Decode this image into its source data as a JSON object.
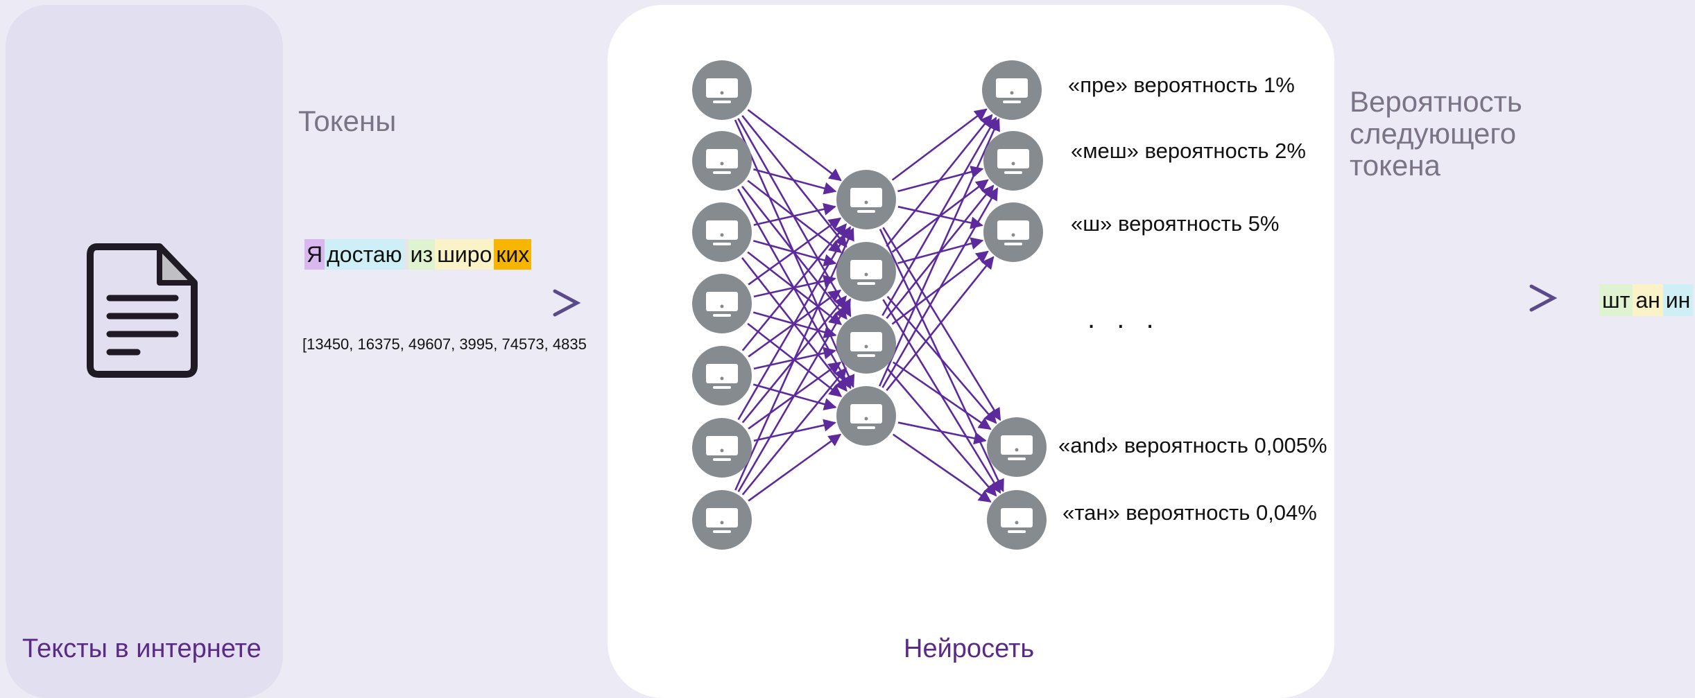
{
  "left_panel": {
    "caption": "Тексты в интернете",
    "icon": "document-icon"
  },
  "center_panel": {
    "caption": "Нейросеть"
  },
  "tokens": {
    "label": "Токены",
    "pieces": [
      {
        "text": "Я",
        "color": "#d9b8f0"
      },
      {
        "text": "достаю",
        "color": "#cdeff5"
      },
      {
        "text": " ",
        "color": "#e6e6e6"
      },
      {
        "text": "из",
        "color": "#dff3d0"
      },
      {
        "text": "широ",
        "color": "#fbf3c8"
      },
      {
        "text": "ких",
        "color": "#f7b500"
      }
    ],
    "ids": "[13450, 16375, 49607, 3995, 74573, 4835"
  },
  "probability_label": "Вероятность следующего токена",
  "outputs": [
    {
      "text": "«пре» вероятность 1%"
    },
    {
      "text": "«меш» вероятность 2%"
    },
    {
      "text": "«ш» вероятность 5%"
    },
    {
      "text": "«and» вероятность 0,005%"
    },
    {
      "text": "«тан» вероятность 0,04%"
    }
  ],
  "ellipsis": ". . .",
  "result": {
    "pieces": [
      {
        "text": "шт",
        "color": "#dff3d0"
      },
      {
        "text": "ан",
        "color": "#fbf3c8"
      },
      {
        "text": "ин",
        "color": "#cdeff5"
      }
    ]
  },
  "colors": {
    "arrow": "#5c2a9d",
    "node": "#858b8f",
    "caption": "#5a2a86"
  }
}
